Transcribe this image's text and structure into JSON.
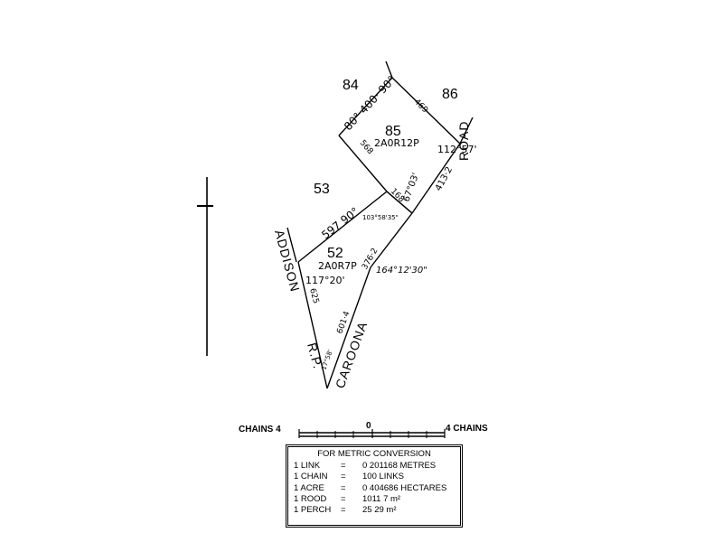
{
  "lots": {
    "l84": "84",
    "l86": "86",
    "l85": "85",
    "l53": "53",
    "l52": "52"
  },
  "lot85": {
    "area": "2A0R12P",
    "bearing_top": "80° 400· 90°",
    "dist_top_right": "469",
    "dist_left": "568",
    "bearing_right": "112°57'",
    "dist_bottom": "168",
    "bearing_diag": "67°03'",
    "dist_road": "413·2"
  },
  "lot52": {
    "area": "2A0R7P",
    "bearing_top": "597 90°",
    "angle_corner": "103°58'35\"",
    "angle_left": "117°20'",
    "dist_left": "625",
    "dist_right_upper": "376·2",
    "angle_bend": "164°12'30\"",
    "dist_right_lower": "601·4",
    "angle_bottom": "17°58'"
  },
  "roads": {
    "road": "ROAD",
    "addison": "ADDISON",
    "rp": "R.P.",
    "caroona": "CAROONA"
  },
  "scale": {
    "left_label": "CHAINS 4",
    "zero_label": "0",
    "right_label": "4 CHAINS"
  },
  "conversion": {
    "title": "FOR METRIC CONVERSION",
    "rows": [
      {
        "unit": "1 LINK",
        "eq": "=",
        "value": "0 201168 METRES"
      },
      {
        "unit": "1 CHAIN",
        "eq": "=",
        "value": "100 LINKS"
      },
      {
        "unit": "1 ACRE",
        "eq": "=",
        "value": "0 404686 HECTARES"
      },
      {
        "unit": "1 ROOD",
        "eq": "=",
        "value": "1011 7 m²"
      },
      {
        "unit": "1 PERCH",
        "eq": "=",
        "value": "25 29 m²"
      }
    ]
  }
}
